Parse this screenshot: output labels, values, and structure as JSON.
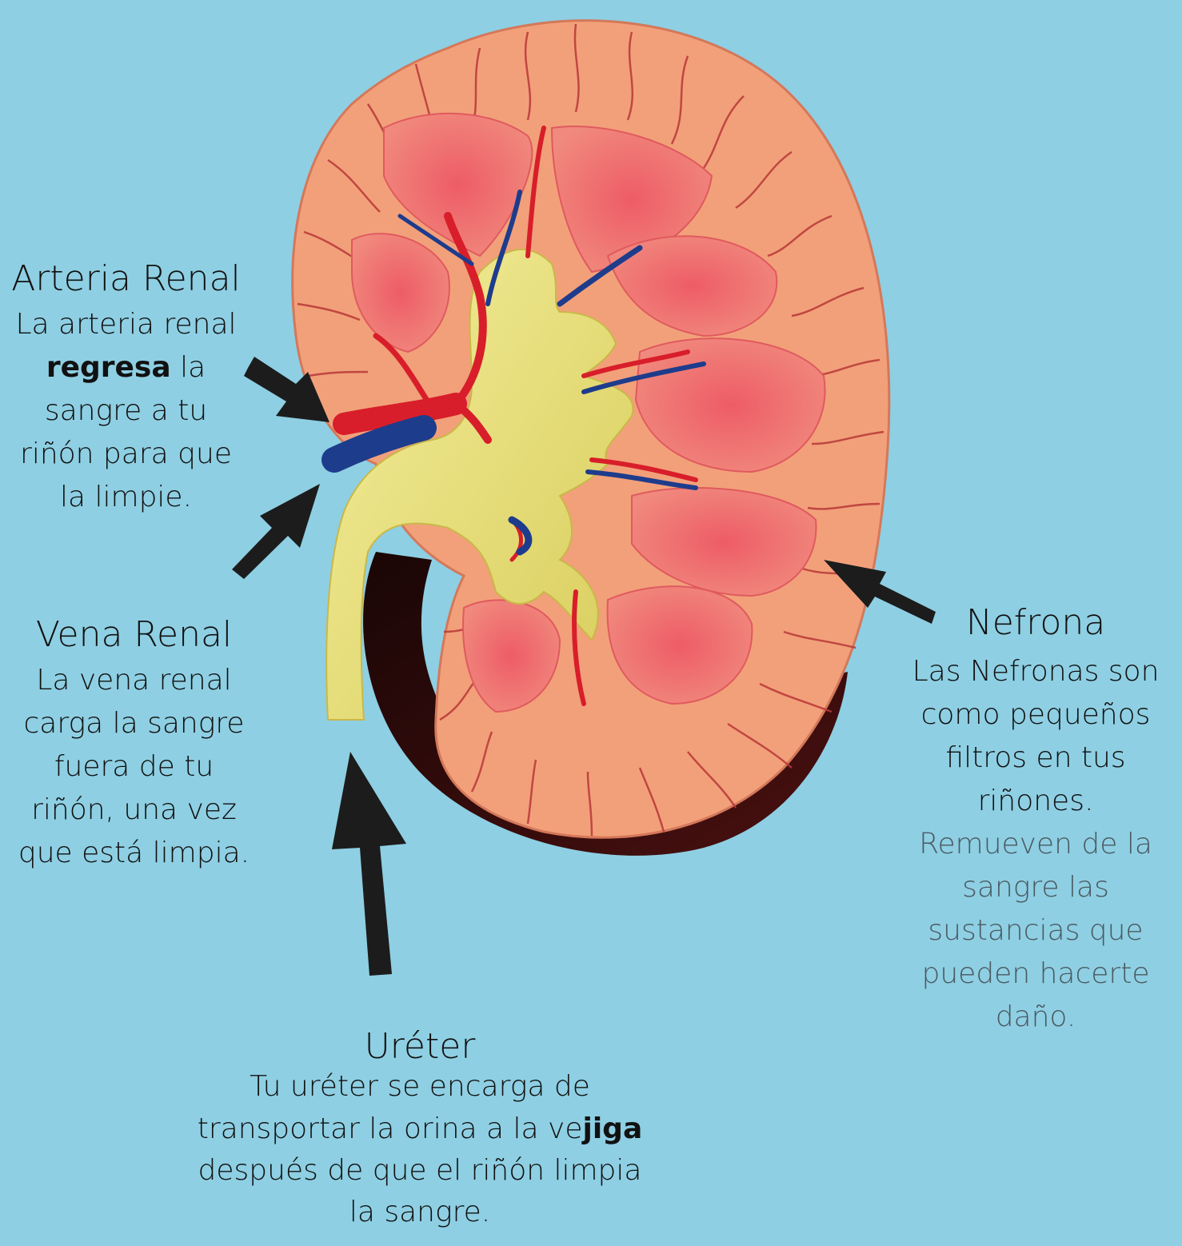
{
  "arteria": {
    "title": "Arteria Renal",
    "line1": "La arteria renal",
    "line2_bold": "regresa",
    "line2_rest": " la",
    "line3": "sangre a tu",
    "line4": "riñón para que",
    "line5": "la limpie."
  },
  "vena": {
    "title": "Vena Renal",
    "line1": "La vena renal",
    "line2": "carga la sangre",
    "line3": "fuera de tu",
    "line4": "riñón, una vez",
    "line5": "que está limpia."
  },
  "nefrona": {
    "title": "Nefrona",
    "line1": "Las Nefronas son",
    "line2": "como pequeños",
    "line3": "filtros en tus",
    "line4": "riñones.",
    "sub1": "Remueven de la",
    "sub2": "sangre las",
    "sub3": "sustancias que",
    "sub4": "pueden hacerte",
    "sub5": "daño."
  },
  "ureter": {
    "title": "Uréter",
    "line1": "Tu uréter se encarga de",
    "line2_a": "transportar la orina a la ve",
    "line2_bold": "jiga",
    "line3": "después de que el riñón limpia",
    "line4": "la  sangre."
  },
  "colors": {
    "background": "#8ecfe3",
    "cortex": "#f2a07a",
    "pyramid": "#ec6a70",
    "pelvis": "#e8e07c",
    "artery": "#d81e2a",
    "vein": "#1e3c8c",
    "arrow": "#1c1c1c"
  }
}
